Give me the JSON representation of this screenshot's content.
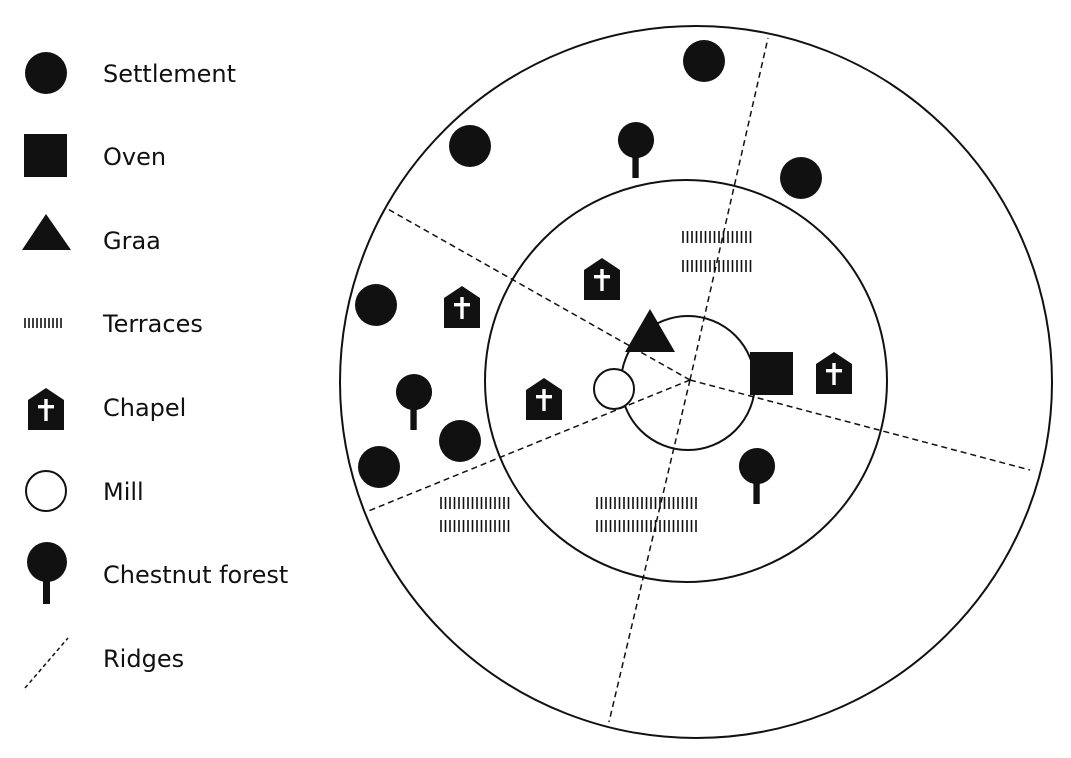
{
  "legend": {
    "settlement": "Settlement",
    "oven": "Oven",
    "graa": "Graa",
    "terraces": "Terraces",
    "chapel": "Chapel",
    "mill": "Mill",
    "chestnut_forest": "Chestnut forest",
    "ridges": "Ridges"
  },
  "colors": {
    "ink": "#111111",
    "background": "#ffffff"
  },
  "icons": [
    "settlement-icon",
    "oven-icon",
    "graa-icon",
    "terraces-icon",
    "chapel-icon",
    "mill-icon",
    "chestnut-tree-icon",
    "ridge-line-icon"
  ]
}
